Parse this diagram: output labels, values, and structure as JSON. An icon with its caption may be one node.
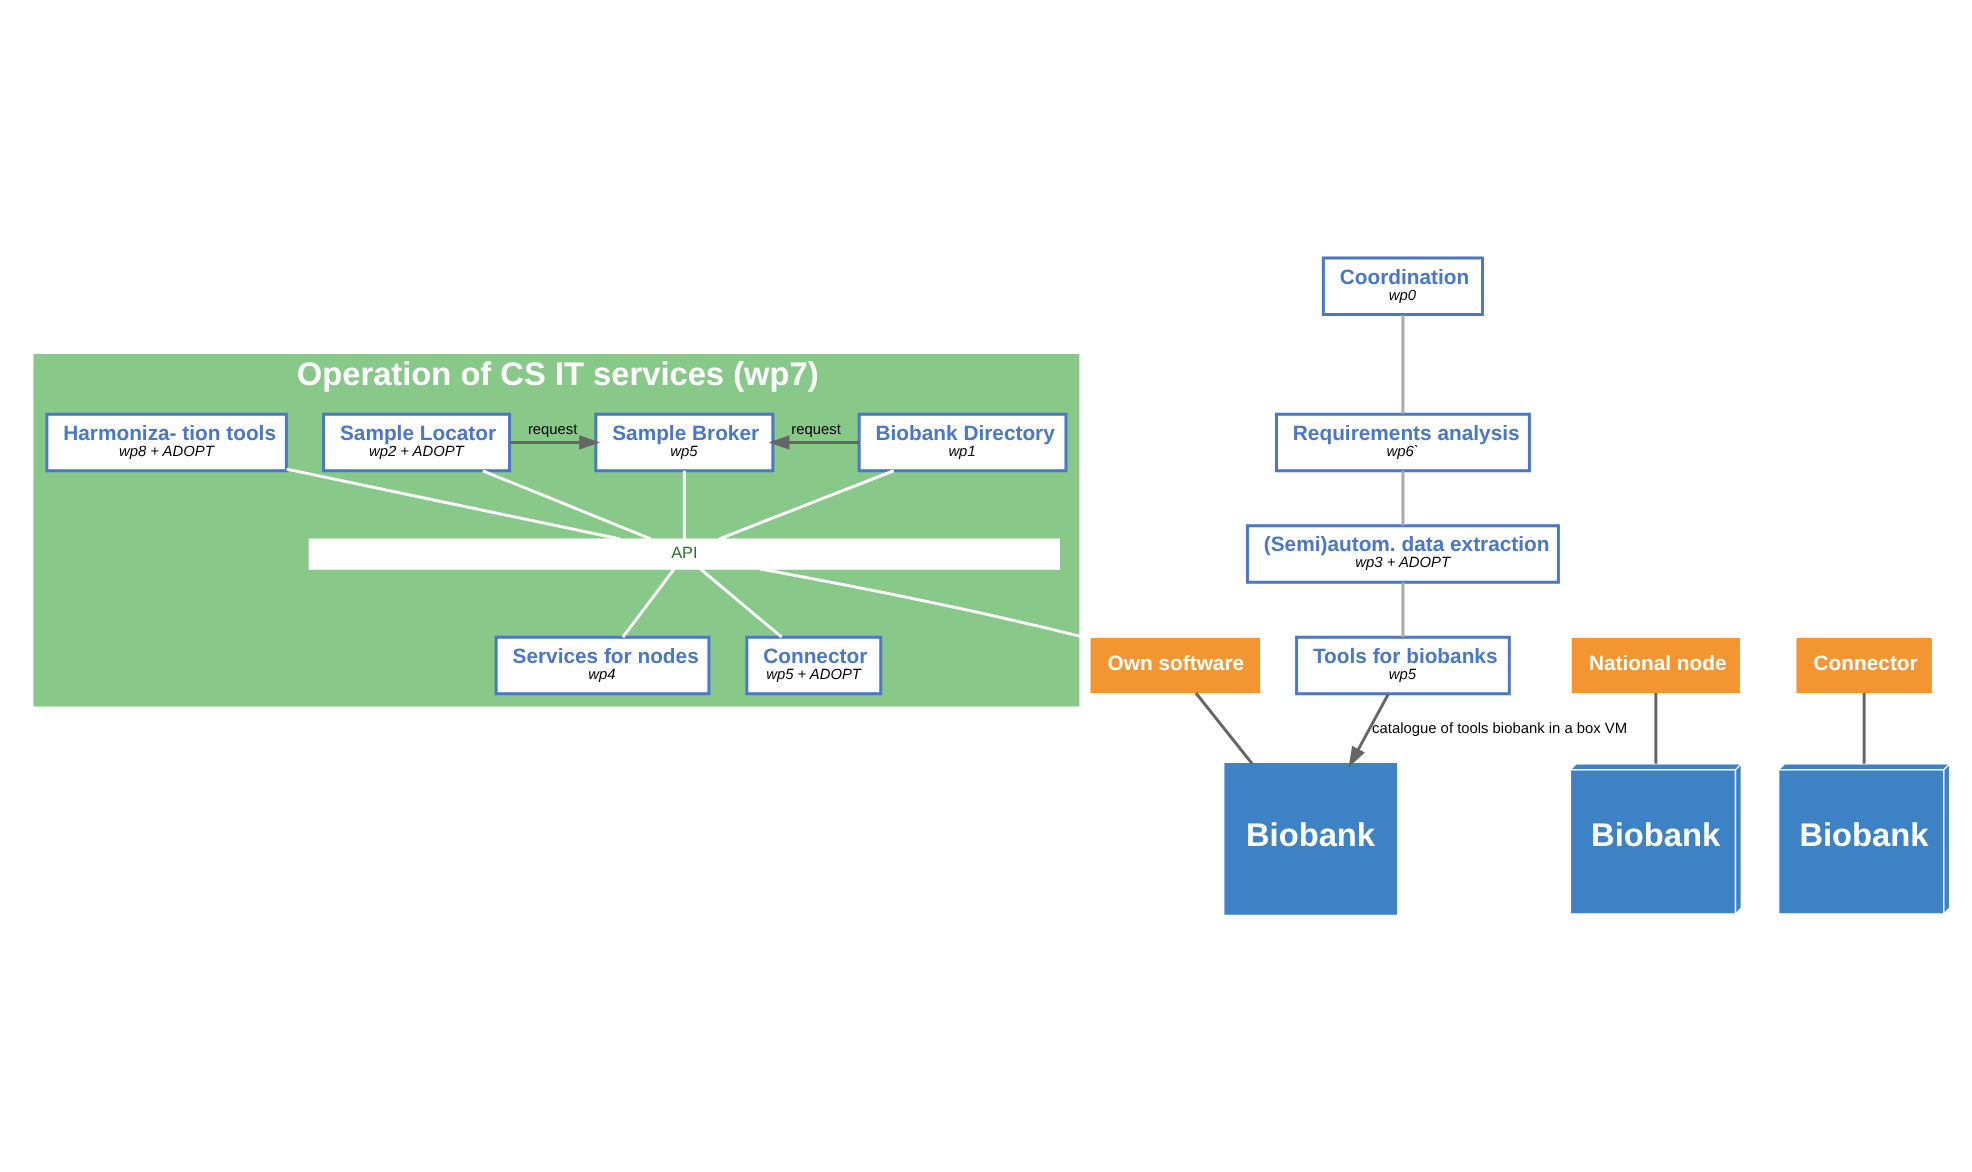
{
  "diagram": {
    "nodes": [
      {
        "text": [
          "Operation of CS IT services (wp7)"
        ]
      },
      {
        "text": [
          "Biobank Directory",
          "wp1"
        ],
        "in": 0
      },
      {
        "text": [
          "Sample Broker",
          "wp5"
        ],
        "in": 0
      },
      {
        "text": [
          "Sample Locator",
          "wp2 + ADOPT"
        ],
        "in": 0
      },
      {
        "text": [
          "Harmoniza- tion tools",
          "wp8 + ADOPT"
        ],
        "in": 0
      },
      {
        "text": [
          "API"
        ],
        "in": 0
      },
      {
        "text": [
          "Services for nodes",
          "wp4"
        ],
        "in": 0
      },
      {
        "text": [
          "Connector",
          "wp5 + ADOPT"
        ],
        "in": 0
      },
      {
        "text": [
          "National node"
        ]
      },
      {
        "text": [
          "Connector"
        ]
      },
      {
        "text": [
          "Own software"
        ]
      },
      {
        "text": [
          "Coordination",
          "wp0"
        ]
      },
      {
        "text": [
          "Requirements analysis",
          "wp6`"
        ]
      },
      {
        "text": [
          "(Semi)autom. data extraction",
          "wp3 + ADOPT"
        ]
      },
      {
        "text": [
          "Tools for biobanks",
          "wp5"
        ]
      },
      {
        "text": [
          "Biobank"
        ]
      },
      {
        "text": [
          "Biobank"
        ]
      },
      {
        "text": [
          "Biobank"
        ]
      }
    ],
    "edges": [
      {
        "from": 1,
        "to": 2,
        "arrow": "to",
        "label": "request",
        "color": "#666666"
      },
      {
        "from": 3,
        "to": 2,
        "arrow": "to",
        "label": "request",
        "color": "#666666"
      },
      {
        "from": 1,
        "to": 5,
        "arrow": "none"
      },
      {
        "from": 2,
        "to": 5,
        "arrow": "none"
      },
      {
        "from": 3,
        "to": 5,
        "arrow": "none"
      },
      {
        "from": 4,
        "to": 5,
        "arrow": "none"
      },
      {
        "from": 5,
        "to": 6,
        "arrow": "none"
      },
      {
        "from": 5,
        "to": 7,
        "arrow": "none"
      },
      {
        "from": 5,
        "to": 10,
        "arrow": "none"
      },
      {
        "from": 8,
        "to": 15,
        "arrow": "none",
        "color": "#666666"
      },
      {
        "from": 9,
        "to": 16,
        "arrow": "none",
        "color": "#666666"
      },
      {
        "from": 10,
        "to": 17,
        "arrow": "none",
        "color": "#666666"
      },
      {
        "from": 11,
        "to": 12,
        "arrow": "none",
        "color": "#aaaaaa"
      },
      {
        "from": 12,
        "to": 13,
        "arrow": "none",
        "color": "#aaaaaa"
      },
      {
        "from": 13,
        "to": 14,
        "arrow": "none",
        "color": "#aaaaaa"
      },
      {
        "from": 14,
        "to": 17,
        "arrow": "to",
        "label": "catalogue of tools biobank in a box VM",
        "color": "#666666"
      }
    ]
  }
}
